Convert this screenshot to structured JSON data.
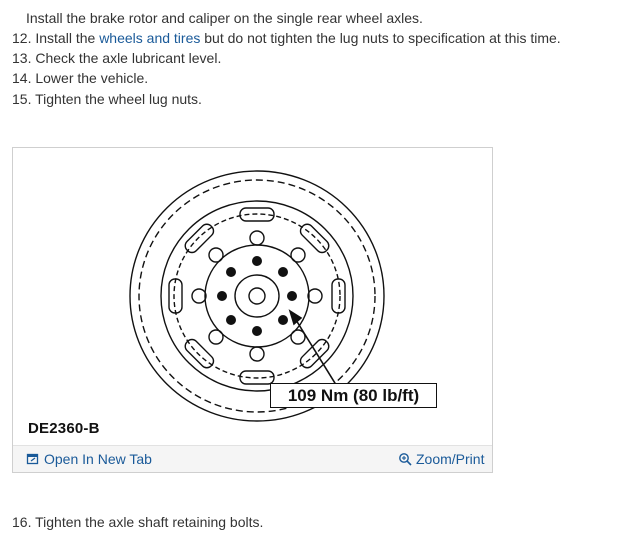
{
  "steps": [
    {
      "number": "",
      "text": "Install the brake rotor and caliper on the single rear wheel axles."
    },
    {
      "number": "12.",
      "before": "Install the ",
      "link": "wheels and tires",
      "after": " but do not tighten the lug nuts to specification at this time."
    },
    {
      "number": "13.",
      "text": "Check the axle lubricant level."
    },
    {
      "number": "14.",
      "text": "Lower the vehicle."
    },
    {
      "number": "15.",
      "text": "Tighten the wheel lug nuts."
    }
  ],
  "figure": {
    "code": "DE2360-B",
    "torque_label": "109 Nm (80 lb/ft)",
    "open_tab_label": "Open In New Tab",
    "zoom_label": "Zoom/Print"
  },
  "final_step": {
    "number": "16.",
    "text": "Tighten the axle shaft retaining bolts."
  },
  "colors": {
    "link": "#1a5a99",
    "text": "#333333"
  }
}
